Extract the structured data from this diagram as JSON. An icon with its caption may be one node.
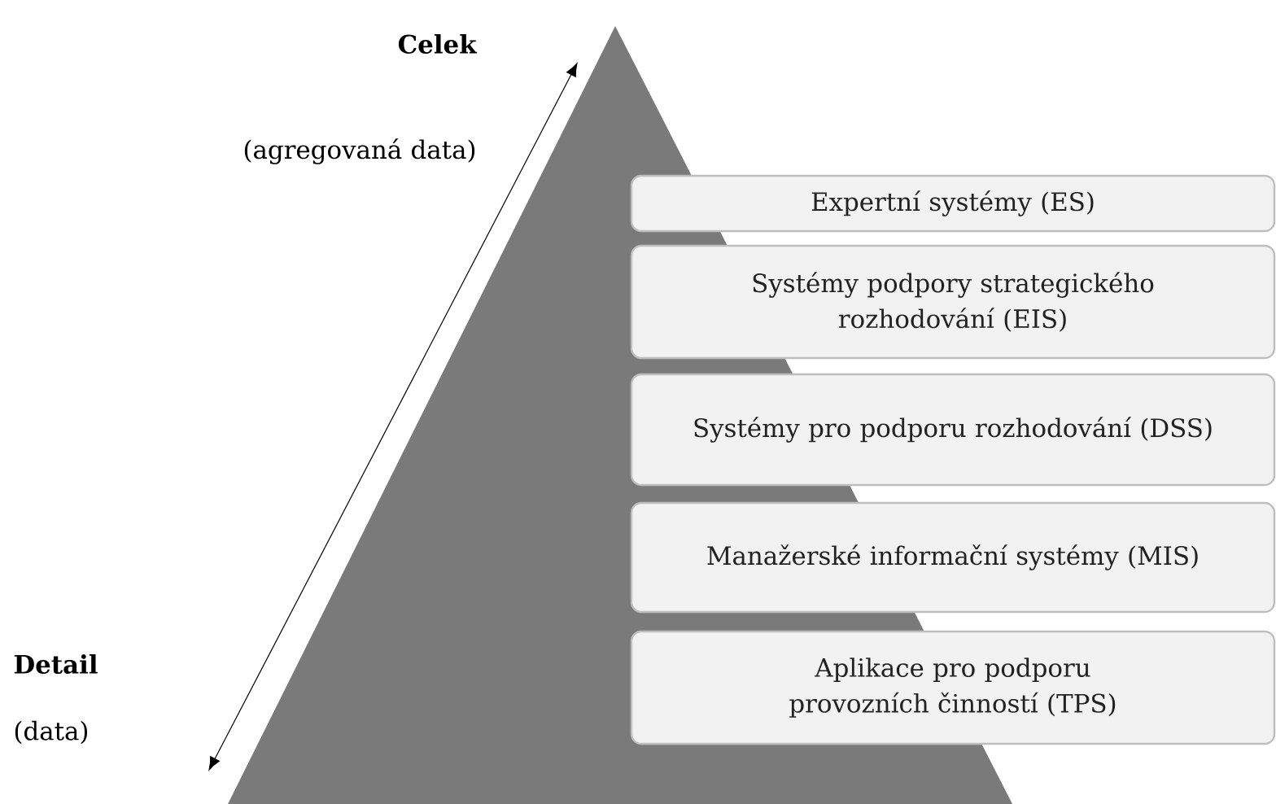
{
  "diagram": {
    "nodes": [
      {
        "text": [
          "Expertní systémy (ES)"
        ]
      },
      {
        "text": [
          "Systémy podpory strategického rozhodování (EIS)"
        ]
      },
      {
        "text": [
          "Systémy pro podporu rozhodování (DSS)"
        ]
      },
      {
        "text": [
          "Manažerské informační systémy (MIS)"
        ]
      },
      {
        "text": [
          "Aplikace pro podporu provozních činností (TPS)"
        ]
      }
    ],
    "labels": [
      "Celek",
      "(agregovaná data)",
      "Detail",
      "(data)"
    ]
  }
}
